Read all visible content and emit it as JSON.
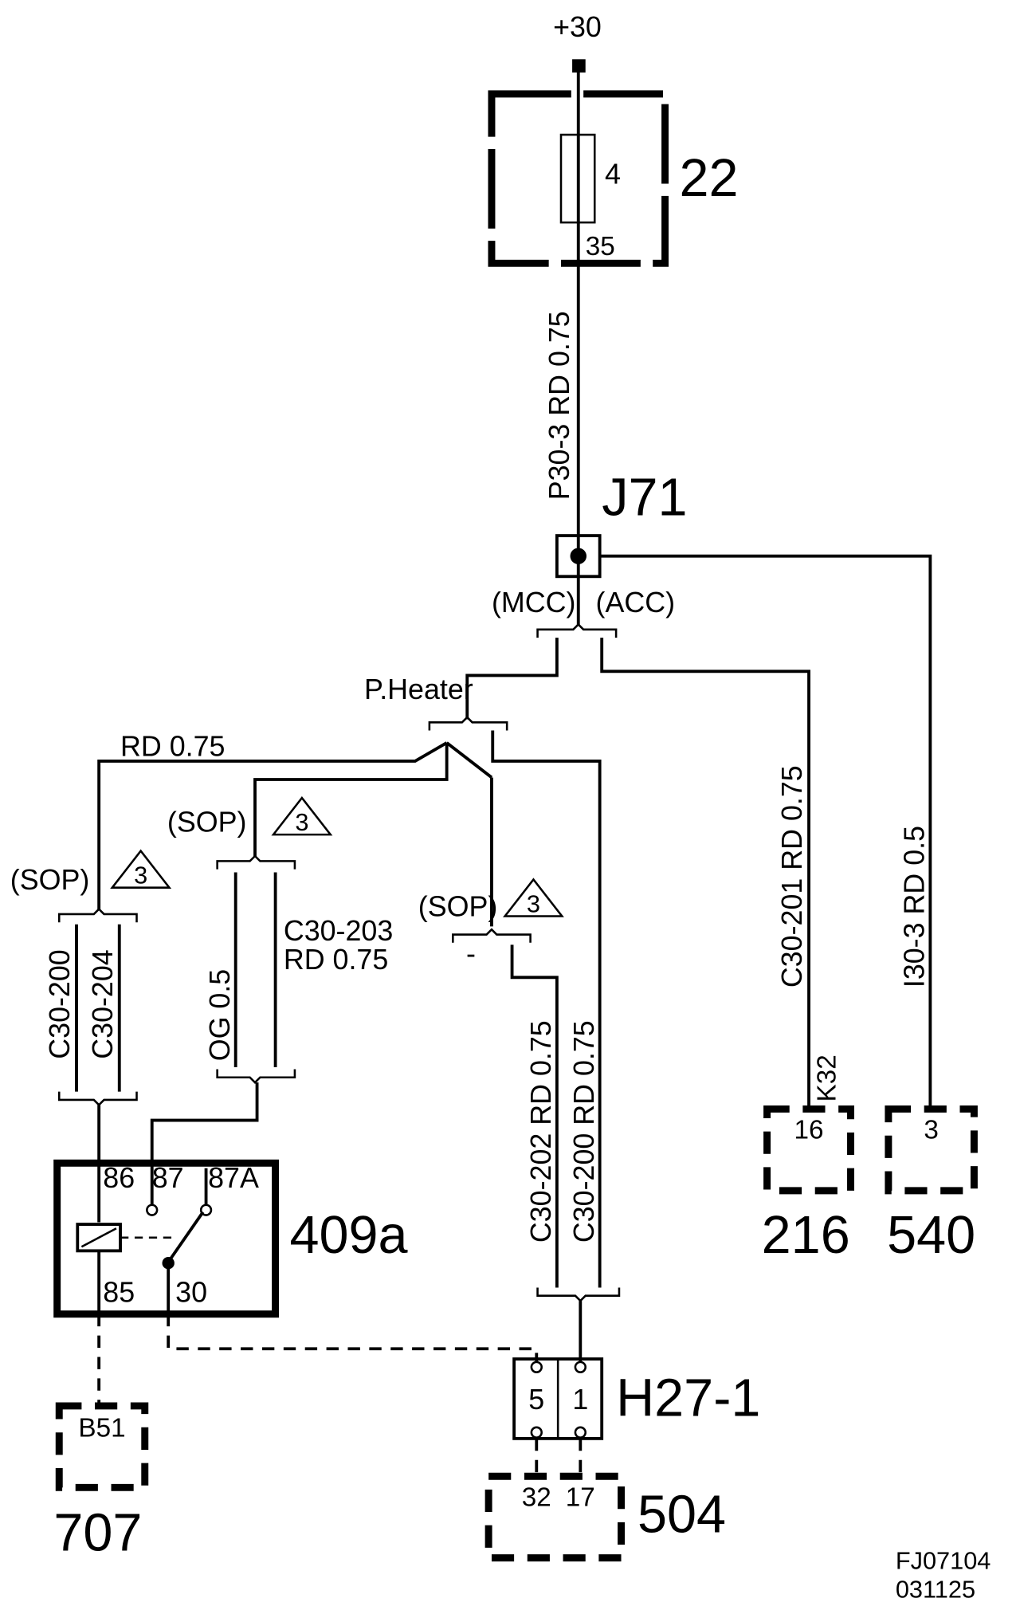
{
  "supply": "+30",
  "fuse_box": {
    "id": "22",
    "fuse": "4",
    "pin": "35"
  },
  "wire_main": "P30-3  RD  0.75",
  "junction": {
    "id": "J71",
    "left_variant": "(MCC)",
    "right_variant": "(ACC)"
  },
  "p_heater": "P.Heater",
  "wire_rd_075": "RD  0.75",
  "sop": "(SOP)",
  "note_number": "3",
  "wire_c30_200_left": "C30-200",
  "wire_c30_204": "C30-204",
  "wire_og_05": "OG  0.5",
  "wire_c30_203_a": "C30-203",
  "wire_c30_203_b": "RD 0.75",
  "wire_minus": "-",
  "wire_c30_202": "C30-202  RD  0.75",
  "wire_c30_200_right": "C30-200  RD  0.75",
  "wire_c30_201": "C30-201  RD  0.75",
  "wire_i30_3": "I30-3  RD  0.5",
  "connector_k32": "K32",
  "relay": {
    "id": "409a",
    "pin86": "86",
    "pin87": "87",
    "pin87a": "87A",
    "pin85": "85",
    "pin30": "30"
  },
  "connector_216": {
    "id": "216",
    "pin": "16"
  },
  "connector_540": {
    "id": "540",
    "pin": "3"
  },
  "connector_707": {
    "id": "707",
    "pin": "B51"
  },
  "connector_h27": {
    "id": "H27-1",
    "pin5": "5",
    "pin1": "1"
  },
  "connector_504": {
    "id": "504",
    "pin32": "32",
    "pin17": "17"
  },
  "ref_code": "FJ07104",
  "ref_date": "031125"
}
